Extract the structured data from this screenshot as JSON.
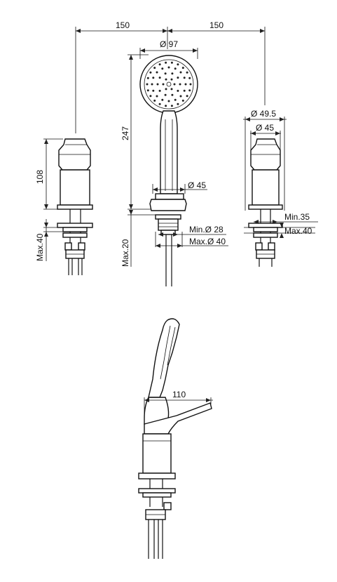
{
  "dimensions": {
    "left_spacing": "150",
    "right_spacing": "150",
    "head_diameter": "Ø 97",
    "handset_height": "247",
    "left_body_height": "108",
    "max_left": "Max.40",
    "base_diameter": "Ø 45",
    "min_hole": "Min.Ø 28",
    "max_hole": "Max.Ø 40",
    "max_center": "Max.20",
    "right_diameter_outer": "Ø 49.5",
    "right_diameter_inner": "Ø 45",
    "min_right": "Min.35",
    "max_right": "Max.40",
    "lever_length": "110"
  }
}
